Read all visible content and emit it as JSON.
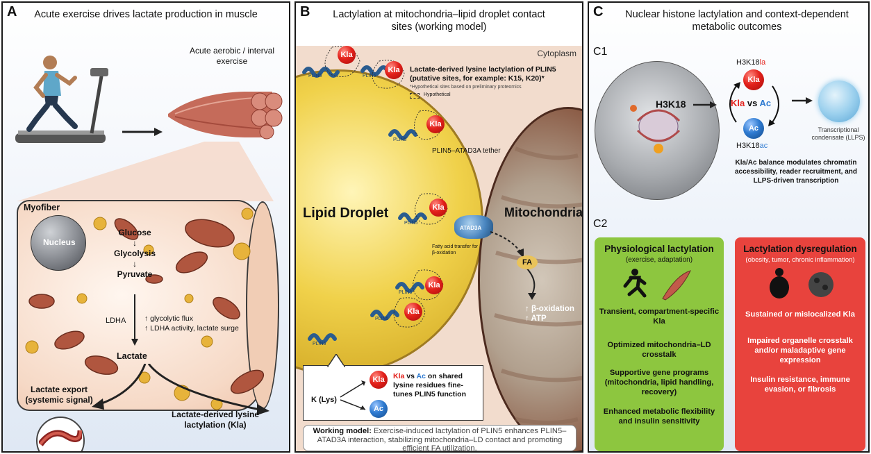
{
  "panelA": {
    "letter": "A",
    "title": "Acute exercise drives lactate production in muscle",
    "exercise_label": "Acute aerobic / interval exercise",
    "myofiber_label": "Myofiber",
    "nucleus_label": "Nucleus",
    "pathway": [
      "Glucose",
      "↓",
      "Glycolysis",
      "↓",
      "Pyruvate"
    ],
    "ldha_label": "LDHA",
    "ldha_effects": [
      "↑ glycolytic flux",
      "↑ LDHA activity, lactate surge"
    ],
    "lactate_label": "Lactate",
    "export_label": "Lactate export (systemic signal)",
    "lactylation_label": "Lactate-derived lysine lactylation (Kla)"
  },
  "panelB": {
    "letter": "B",
    "title": "Lactylation at mitochondria–lipid droplet contact sites (working model)",
    "cytoplasm_label": "Cytoplasm",
    "kla_note_title": "Lactate-derived lysine lactylation of PLIN5 (putative sites, for example: K15, K20)*",
    "kla_note_sub": "*Hypothetical sites based on preliminary proteomics",
    "hypothetical_label": "Hypothetical",
    "tether_label": "PLIN5–ATAD3A tether",
    "lipid_droplet_label": "Lipid Droplet",
    "mitochondria_label": "Mitochondria",
    "atad3a_label": "ATAD3A",
    "fa_transfer_label": "Fatty acid transfer for β-oxidation",
    "fa_label": "FA",
    "beta_ox_label": "↑ β-oxidation",
    "atp_label": "↑ ATP",
    "plin5_label": "PLIN5",
    "kla_label": "Kla",
    "ac_label": "Ac",
    "k_lys_label": "K (Lys)",
    "callout_vs": "vs",
    "callout_text": "on shared lysine residues fine-tunes PLIN5 function",
    "working_model_bold": "Working model:",
    "working_model_text": "Exercise-induced lactylation of PLIN5 enhances PLIN5–ATAD3A interaction, stabilizing mitochondria–LD contact and promoting efficient FA utilization."
  },
  "panelC": {
    "letter": "C",
    "title": "Nuclear histone lactylation and context-dependent metabolic outcomes",
    "c1_label": "C1",
    "c2_label": "C2",
    "h3k18_label": "H3K18",
    "h3k18la_prefix": "H3K18",
    "h3k18la_suffix": "la",
    "h3k18ac_prefix": "H3K18",
    "h3k18ac_suffix": "ac",
    "kla_label": "Kla",
    "ac_label": "Ac",
    "vs_label": "vs",
    "condensate_label": "Transcriptional condensate (LLPS)",
    "balance_text": "Kla/Ac balance modulates chromatin accessibility, reader recruitment, and LLPS-driven transcription",
    "physio_title": "Physiological lactylation",
    "physio_sub": "(exercise, adaptation)",
    "physio_items": [
      "Transient, compartment-specific Kla",
      "Optimized mitochondria–LD crosstalk",
      "Supportive gene programs (mitochondria, lipid handling, recovery)",
      "Enhanced metabolic flexibility and insulin sensitivity"
    ],
    "dys_title": "Lactylation dysregulation",
    "dys_sub": "(obesity, tumor, chronic inflammation)",
    "dys_items": [
      "Sustained or mislocalized Kla",
      "Impaired organelle crosstalk and/or maladaptive gene expression",
      "Insulin resistance, immune evasion, or fibrosis"
    ]
  },
  "colors": {
    "kla_red": "#e3211b",
    "ac_blue": "#2f7bd1",
    "physio_green": "#8dc63f",
    "dys_red": "#e8433d",
    "lipid_yellow": "#f0c93a",
    "mito_brown": "#8a5a44"
  }
}
